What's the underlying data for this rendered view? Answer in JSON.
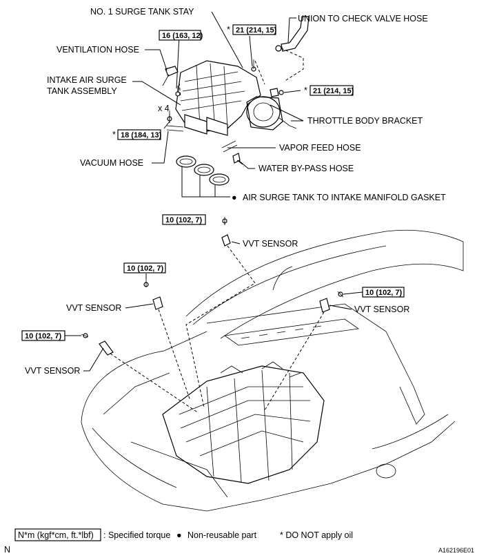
{
  "labels": {
    "surge_tank_stay": "NO. 1 SURGE TANK STAY",
    "union_hose": "UNION TO CHECK VALVE HOSE",
    "ventilation_hose": "VENTILATION HOSE",
    "intake_air_line1": "INTAKE AIR SURGE",
    "intake_air_line2": "TANK ASSEMBLY",
    "x4": "x 4",
    "throttle_bracket": "THROTTLE BODY BRACKET",
    "vapor_hose": "VAPOR FEED HOSE",
    "vacuum_hose": "VACUUM HOSE",
    "water_hose": "WATER BY-PASS HOSE",
    "gasket": "AIR SURGE TANK TO INTAKE MANIFOLD GASKET",
    "vvt1": "VVT SENSOR",
    "vvt2": "VVT SENSOR",
    "vvt3": "VVT SENSOR",
    "vvt4": "VVT SENSOR"
  },
  "torques": {
    "t16": "16 (163, 12)",
    "t21a": "21 (214, 15)",
    "t21b": "21 (214, 15)",
    "t18": "18 (184, 13)",
    "t10a": "10 (102, 7)",
    "t10b": "10 (102, 7)",
    "t10c": "10 (102, 7)",
    "t10d": "10 (102, 7)"
  },
  "marks": {
    "asterisk": "*",
    "bullet": "●"
  },
  "legend": {
    "torque_box": "N*m (kgf*cm, ft.*lbf)",
    "torque_text": ": Specified torque",
    "nonreusable": "Non-reusable part",
    "no_oil": "* DO NOT apply oil"
  },
  "corner": {
    "n_mark": "N",
    "figure_id": "A162196E01"
  }
}
